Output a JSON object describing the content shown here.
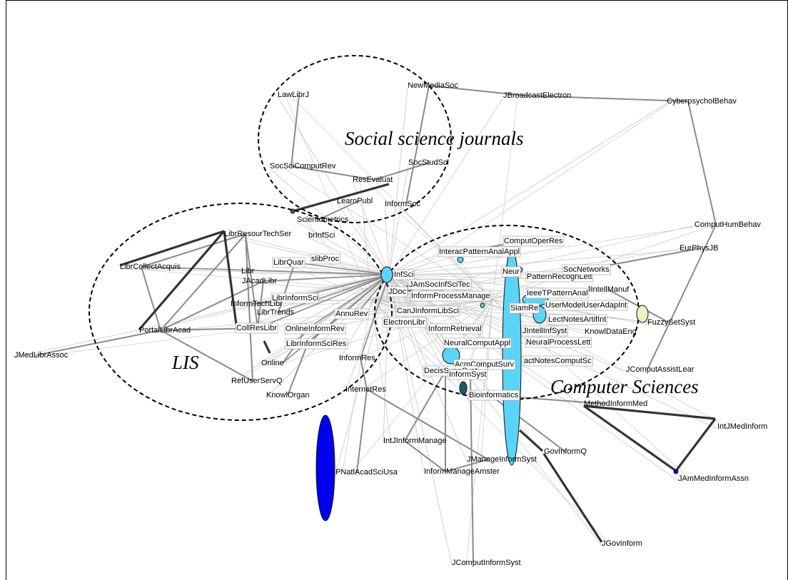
{
  "colors": {
    "edge_light": "#c8c8c8",
    "edge_mid": "#8a8a8a",
    "edge_dark": "#333333",
    "cyan_node": "#5bd5f7",
    "blue_node": "#0000ee",
    "teal_node": "#1d5b6e",
    "yellow_node": "#e8f5c0"
  },
  "clusters": [
    {
      "id": "social",
      "label": "Social science journals"
    },
    {
      "id": "lis",
      "label": "LIS"
    },
    {
      "id": "cs",
      "label": "Computer Sciences"
    }
  ],
  "nodes": [
    "LawLibrJ",
    "NewMediaSoc",
    "JBroadcastElectron",
    "CyberpsycholBehav",
    "SocSciComputRev",
    "SocStudSci",
    "ResEvaluat",
    "LearnPubl",
    "InformSoc",
    "Scientometrics",
    "LibrResourTechSer",
    "brInfSci",
    "ComputHumBehav",
    "ComputOperRes",
    "InteracPatternAnalAppl",
    "EurPhysJB",
    "LibrCollectAcquis",
    "Libr",
    "LibrQuar",
    "slibProc",
    "InfSci",
    "JAmSocInfSciTec",
    "JAcadLibr",
    "JDoc",
    "PatternRecognLett",
    "SocNetworks",
    "InformProcessManage",
    "JIntellManuf",
    "LibrInformSci",
    "IeeeTPatternAnal",
    "InformTechLibr",
    "LibrTrends",
    "AnnuRev",
    "InformLibSci",
    "Neur",
    "UserModelUserAdapInt",
    "FuzzySetSyst",
    "ElectronLibr",
    "SiamRe",
    "LectNotesArtifInt",
    "PortalLibrAcad",
    "CollResLibr",
    "OnlineInformRev",
    "InformRetrieval",
    "JIntellInfSyst",
    "KnowlDataEng",
    "JMedLibrAssoc",
    "LibrInformSciRes",
    "NeuralComputAppl",
    "NeuralProcessLett",
    "AcmComputSurv",
    "ActNotesComputSci",
    "InformRes",
    "JComputAssistLear",
    "Online",
    "DecisSuppSyst",
    "InformSyst",
    "RefUserServQ",
    "InternetRes",
    "KnowlOrgan",
    "Bioinformatics",
    "MethodInformMed",
    "IntJMedInform",
    "IntJInformManage",
    "JManageInformSyst",
    "GovInformQ",
    "PNatlAcadSciUsa",
    "InformManageAmster",
    "JAmMedInformAssn",
    "JGovInform",
    "JComputInformSyst"
  ]
}
